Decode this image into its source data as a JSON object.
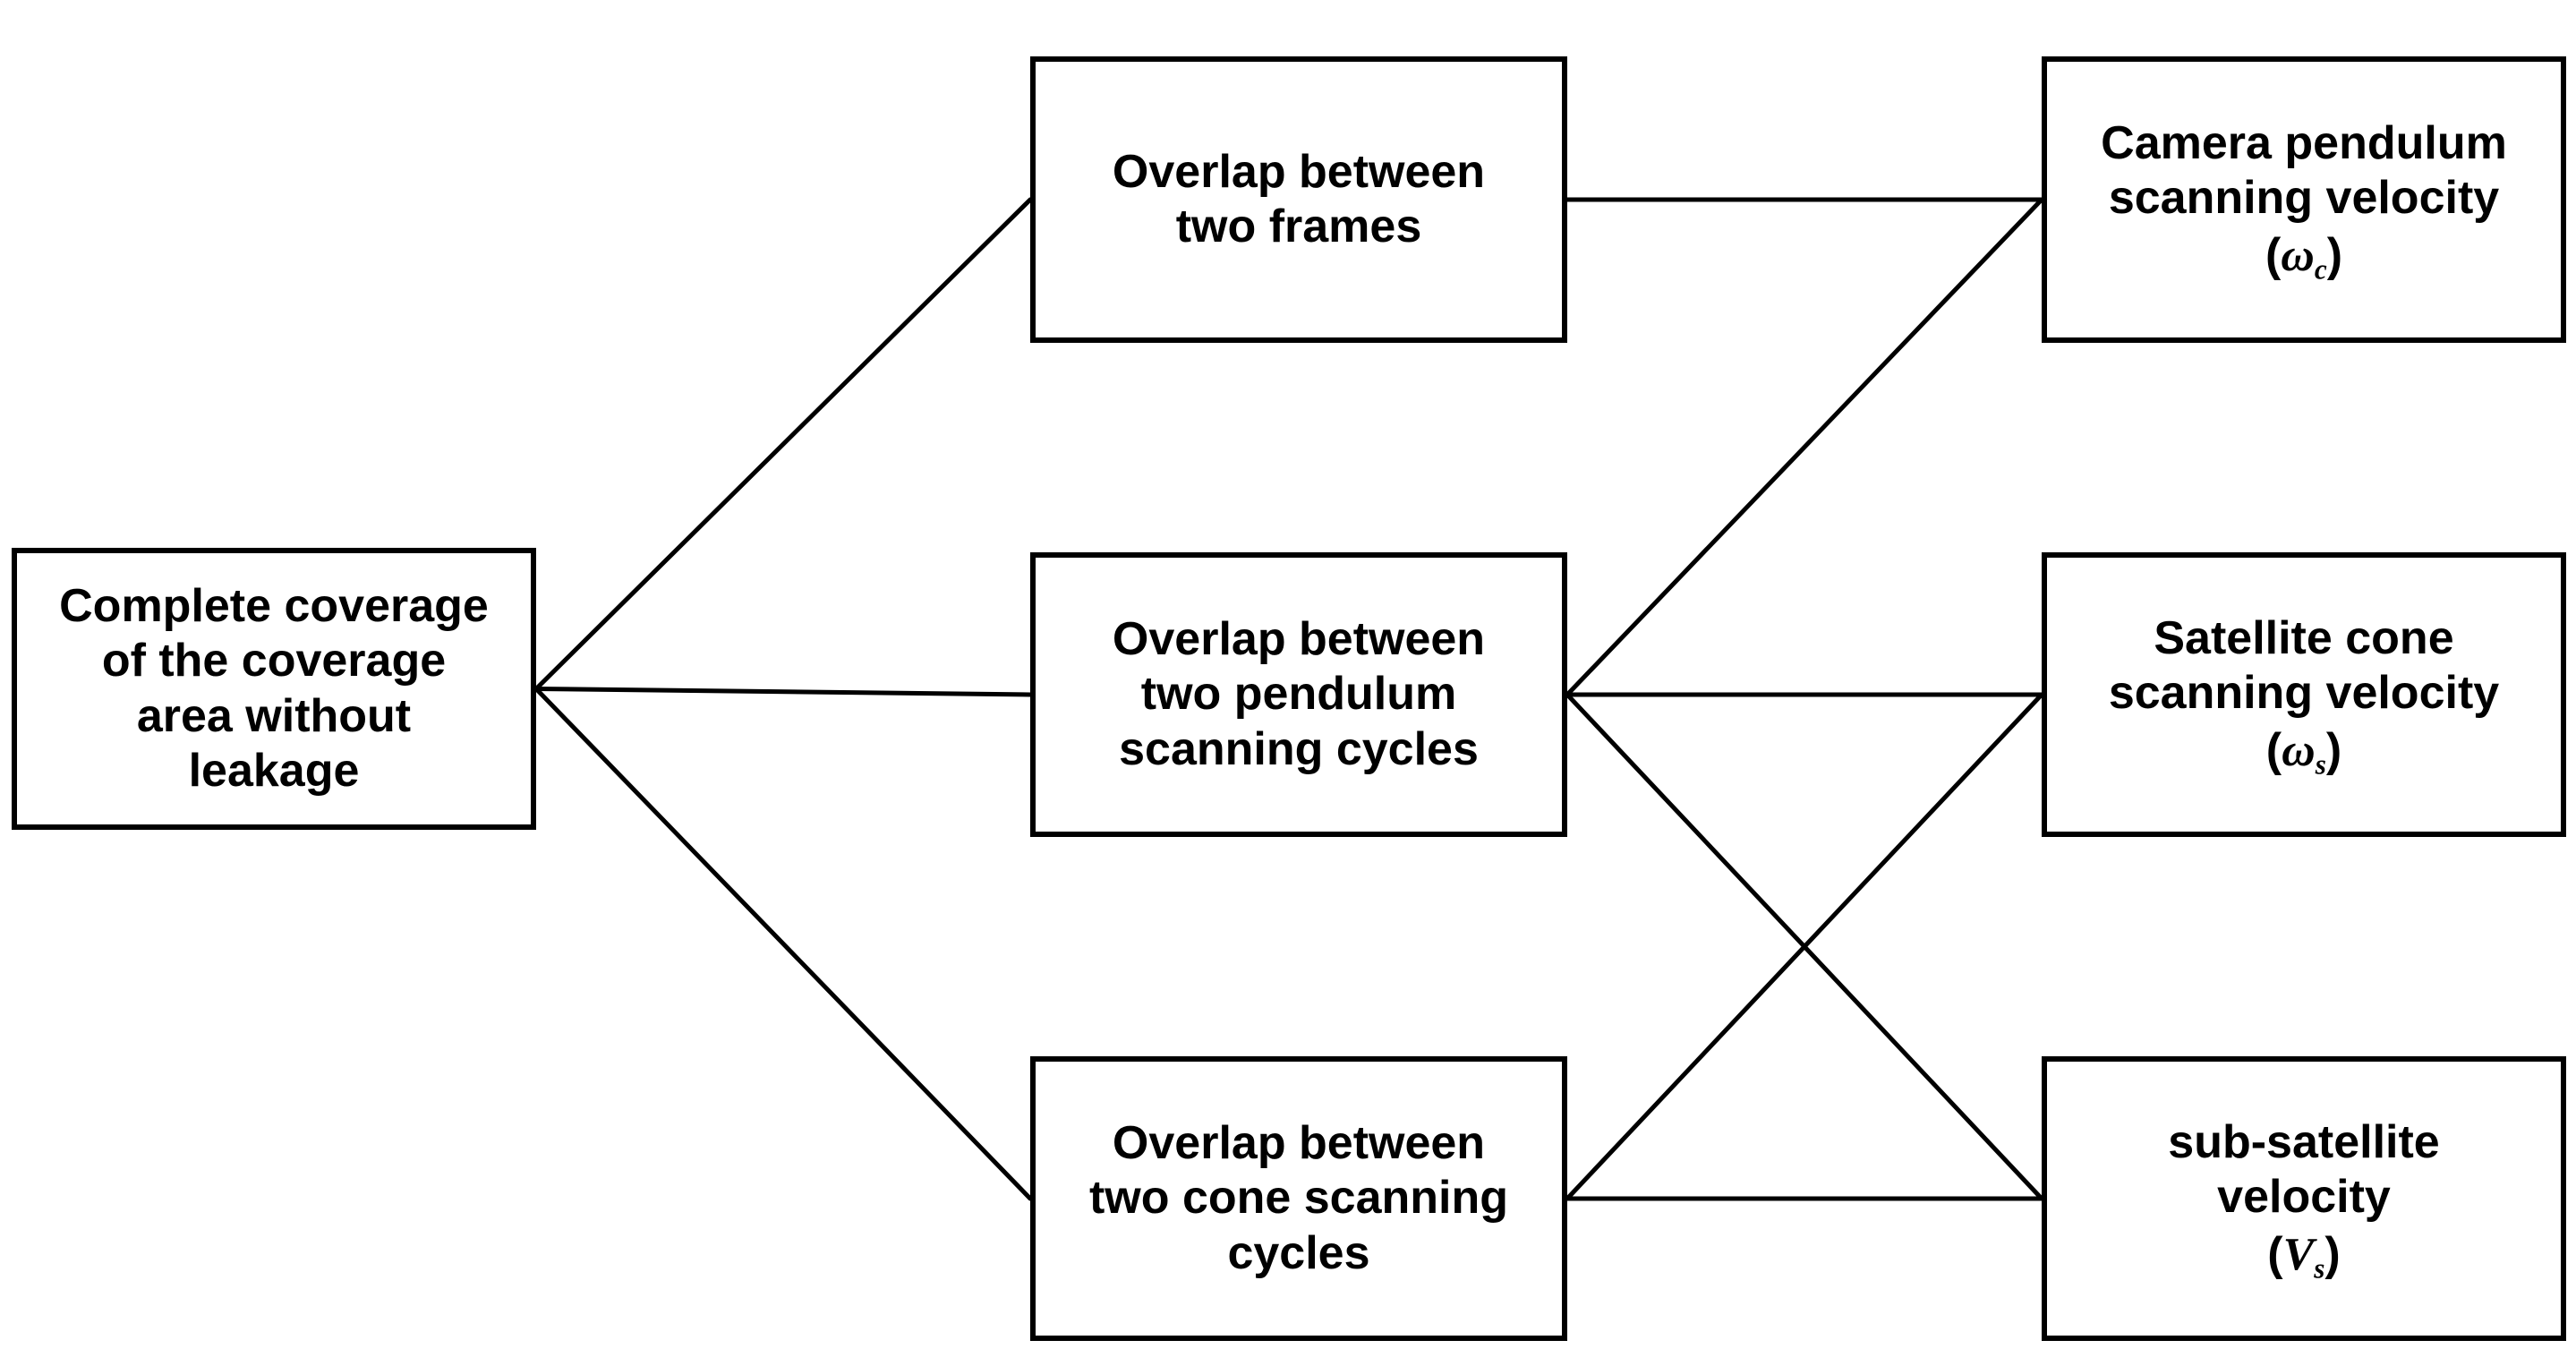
{
  "diagram": {
    "background": "#ffffff",
    "line_color": "#000000",
    "text_color": "#000000",
    "nodes": {
      "goal": {
        "label": "Complete coverage\nof the coverage\narea without\nleakage"
      },
      "overlap_frames": {
        "label": "Overlap between\ntwo frames"
      },
      "overlap_pendulum": {
        "label": "Overlap between\ntwo pendulum\nscanning cycles"
      },
      "overlap_cone": {
        "label": "Overlap between\ntwo cone scanning\ncycles"
      },
      "camera_pendulum_velocity": {
        "label": "Camera pendulum\nscanning velocity",
        "symbol": {
          "open": "(",
          "base": "ω",
          "sub": "c",
          "close": ")"
        }
      },
      "satellite_cone_velocity": {
        "label": "Satellite cone\nscanning velocity",
        "symbol": {
          "open": "(",
          "base": "ω",
          "sub": "s",
          "close": ")"
        }
      },
      "sub_satellite_velocity": {
        "label": "sub-satellite\nvelocity",
        "symbol": {
          "open": "(",
          "base": "V",
          "sub": "s",
          "close": ")"
        }
      }
    },
    "edges": [
      {
        "from": "goal",
        "to": "overlap_frames"
      },
      {
        "from": "goal",
        "to": "overlap_pendulum"
      },
      {
        "from": "goal",
        "to": "overlap_cone"
      },
      {
        "from": "overlap_frames",
        "to": "camera_pendulum_velocity"
      },
      {
        "from": "overlap_pendulum",
        "to": "camera_pendulum_velocity"
      },
      {
        "from": "overlap_pendulum",
        "to": "satellite_cone_velocity"
      },
      {
        "from": "overlap_pendulum",
        "to": "sub_satellite_velocity"
      },
      {
        "from": "overlap_cone",
        "to": "satellite_cone_velocity"
      },
      {
        "from": "overlap_cone",
        "to": "sub_satellite_velocity"
      }
    ]
  }
}
